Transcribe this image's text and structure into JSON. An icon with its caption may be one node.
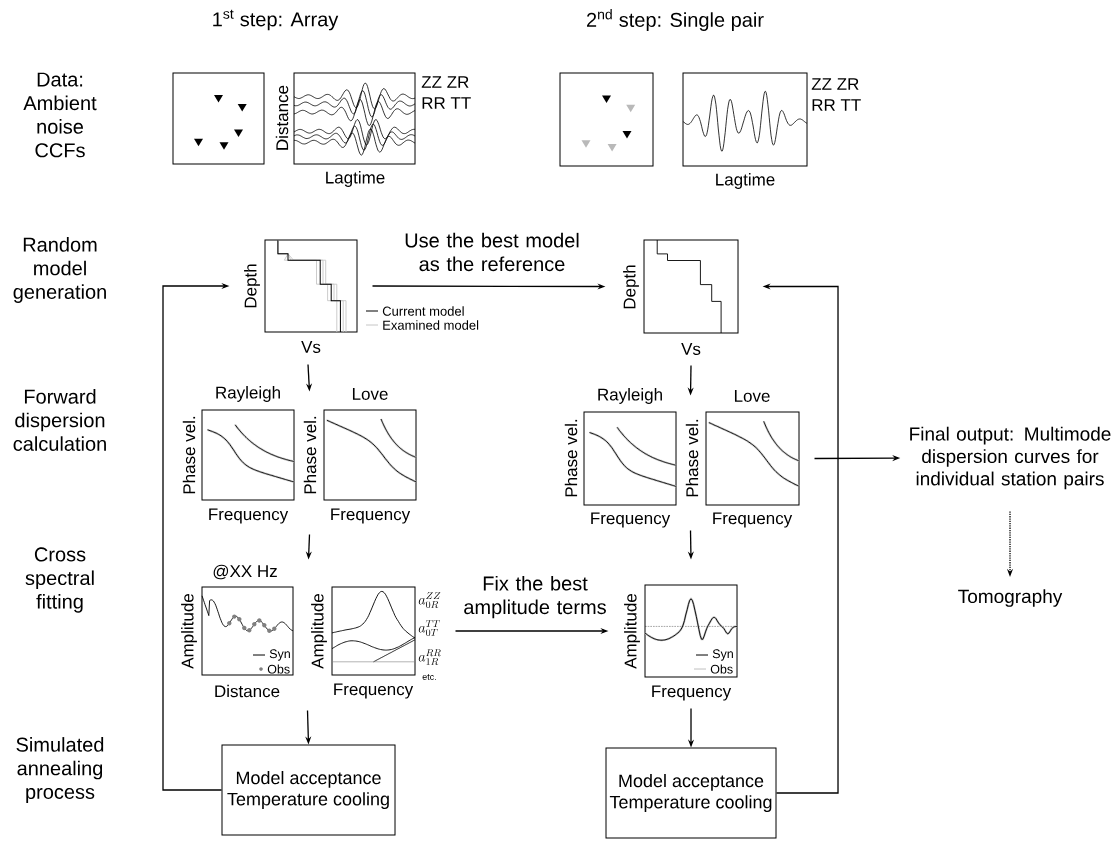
{
  "diagram": {
    "nodes": [
      {
        "text": [],
        "shape": "picture"
      },
      {
        "text": [
          "Distance",
          "Lagtime"
        ],
        "beside": [
          "ZZ ZR",
          "RR TT"
        ]
      },
      {
        "text": [],
        "shape": "picture"
      },
      {
        "text": [
          "Lagtime"
        ],
        "beside": [
          "ZZ ZR",
          "RR TT"
        ]
      },
      {
        "text": [
          "Depth",
          "Vs"
        ]
      },
      {
        "text": [
          "Depth",
          "Vs"
        ]
      },
      {
        "text": [
          "Rayleigh",
          "Phase vel.",
          "Frequency"
        ]
      },
      {
        "text": [
          "Love",
          "Phase vel.",
          "Frequency"
        ]
      },
      {
        "text": [
          "Rayleigh",
          "Phase vel.",
          "Frequency"
        ]
      },
      {
        "text": [
          "Love",
          "Phase vel.",
          "Frequency"
        ]
      },
      {
        "text": [
          "Final output: Multimode dispersion curves for individual station pairs"
        ]
      },
      {
        "text": [
          "Tomography"
        ]
      },
      {
        "text": [
          "@XX Hz",
          "Amplitude",
          "Distance"
        ]
      },
      {
        "text": [
          "Amplitude",
          "Frequency"
        ],
        "beside": [
          "a^{ZZ}_{0R}",
          "a^{TT}_{0T}",
          "a^{RR}_{1R}",
          "etc."
        ]
      },
      {
        "text": [
          "Amplitude",
          "Frequency"
        ]
      },
      {
        "text": [
          "Model acceptance",
          "Temperature cooling"
        ]
      },
      {
        "text": [
          "Model acceptance",
          "Temperature cooling"
        ]
      }
    ],
    "edges": [
      {
        "from": 4,
        "to": 5,
        "arrow": "to",
        "label": "Use the best model as the reference"
      },
      {
        "from": 4,
        "to": 7,
        "arrow": "to"
      },
      {
        "from": 7,
        "to": 12,
        "arrow": "to"
      },
      {
        "from": 13,
        "to": 15,
        "arrow": "to"
      },
      {
        "from": 15,
        "to": 4,
        "arrow": "to"
      },
      {
        "from": 5,
        "to": 9,
        "arrow": "to"
      },
      {
        "from": 9,
        "to": 14,
        "arrow": "to"
      },
      {
        "from": 14,
        "to": 16,
        "arrow": "to"
      },
      {
        "from": 16,
        "to": 5,
        "arrow": "to"
      },
      {
        "from": 13,
        "to": 14,
        "arrow": "to",
        "label": "Fix the best amplitude terms"
      },
      {
        "from": 9,
        "to": 10,
        "arrow": "to"
      },
      {
        "from": 10,
        "to": 11,
        "arrow": "to",
        "style": "dashed"
      }
    ],
    "labels": [
      "1$^{st}$ step: Array",
      "2$^{nd}$ step: Single pair",
      "Data: Ambient noise CCFs",
      "Random model generation",
      "Forward dispersion calculation",
      "Cross spectral fitting",
      "Simulated annealing process"
    ],
    "legend": [
      {
        "text": "Current model"
      },
      {
        "text": "Examined model"
      },
      {
        "text": "Syn"
      },
      {
        "text": "Obs"
      },
      {
        "text": "Syn"
      },
      {
        "text": "Obs"
      }
    ]
  }
}
